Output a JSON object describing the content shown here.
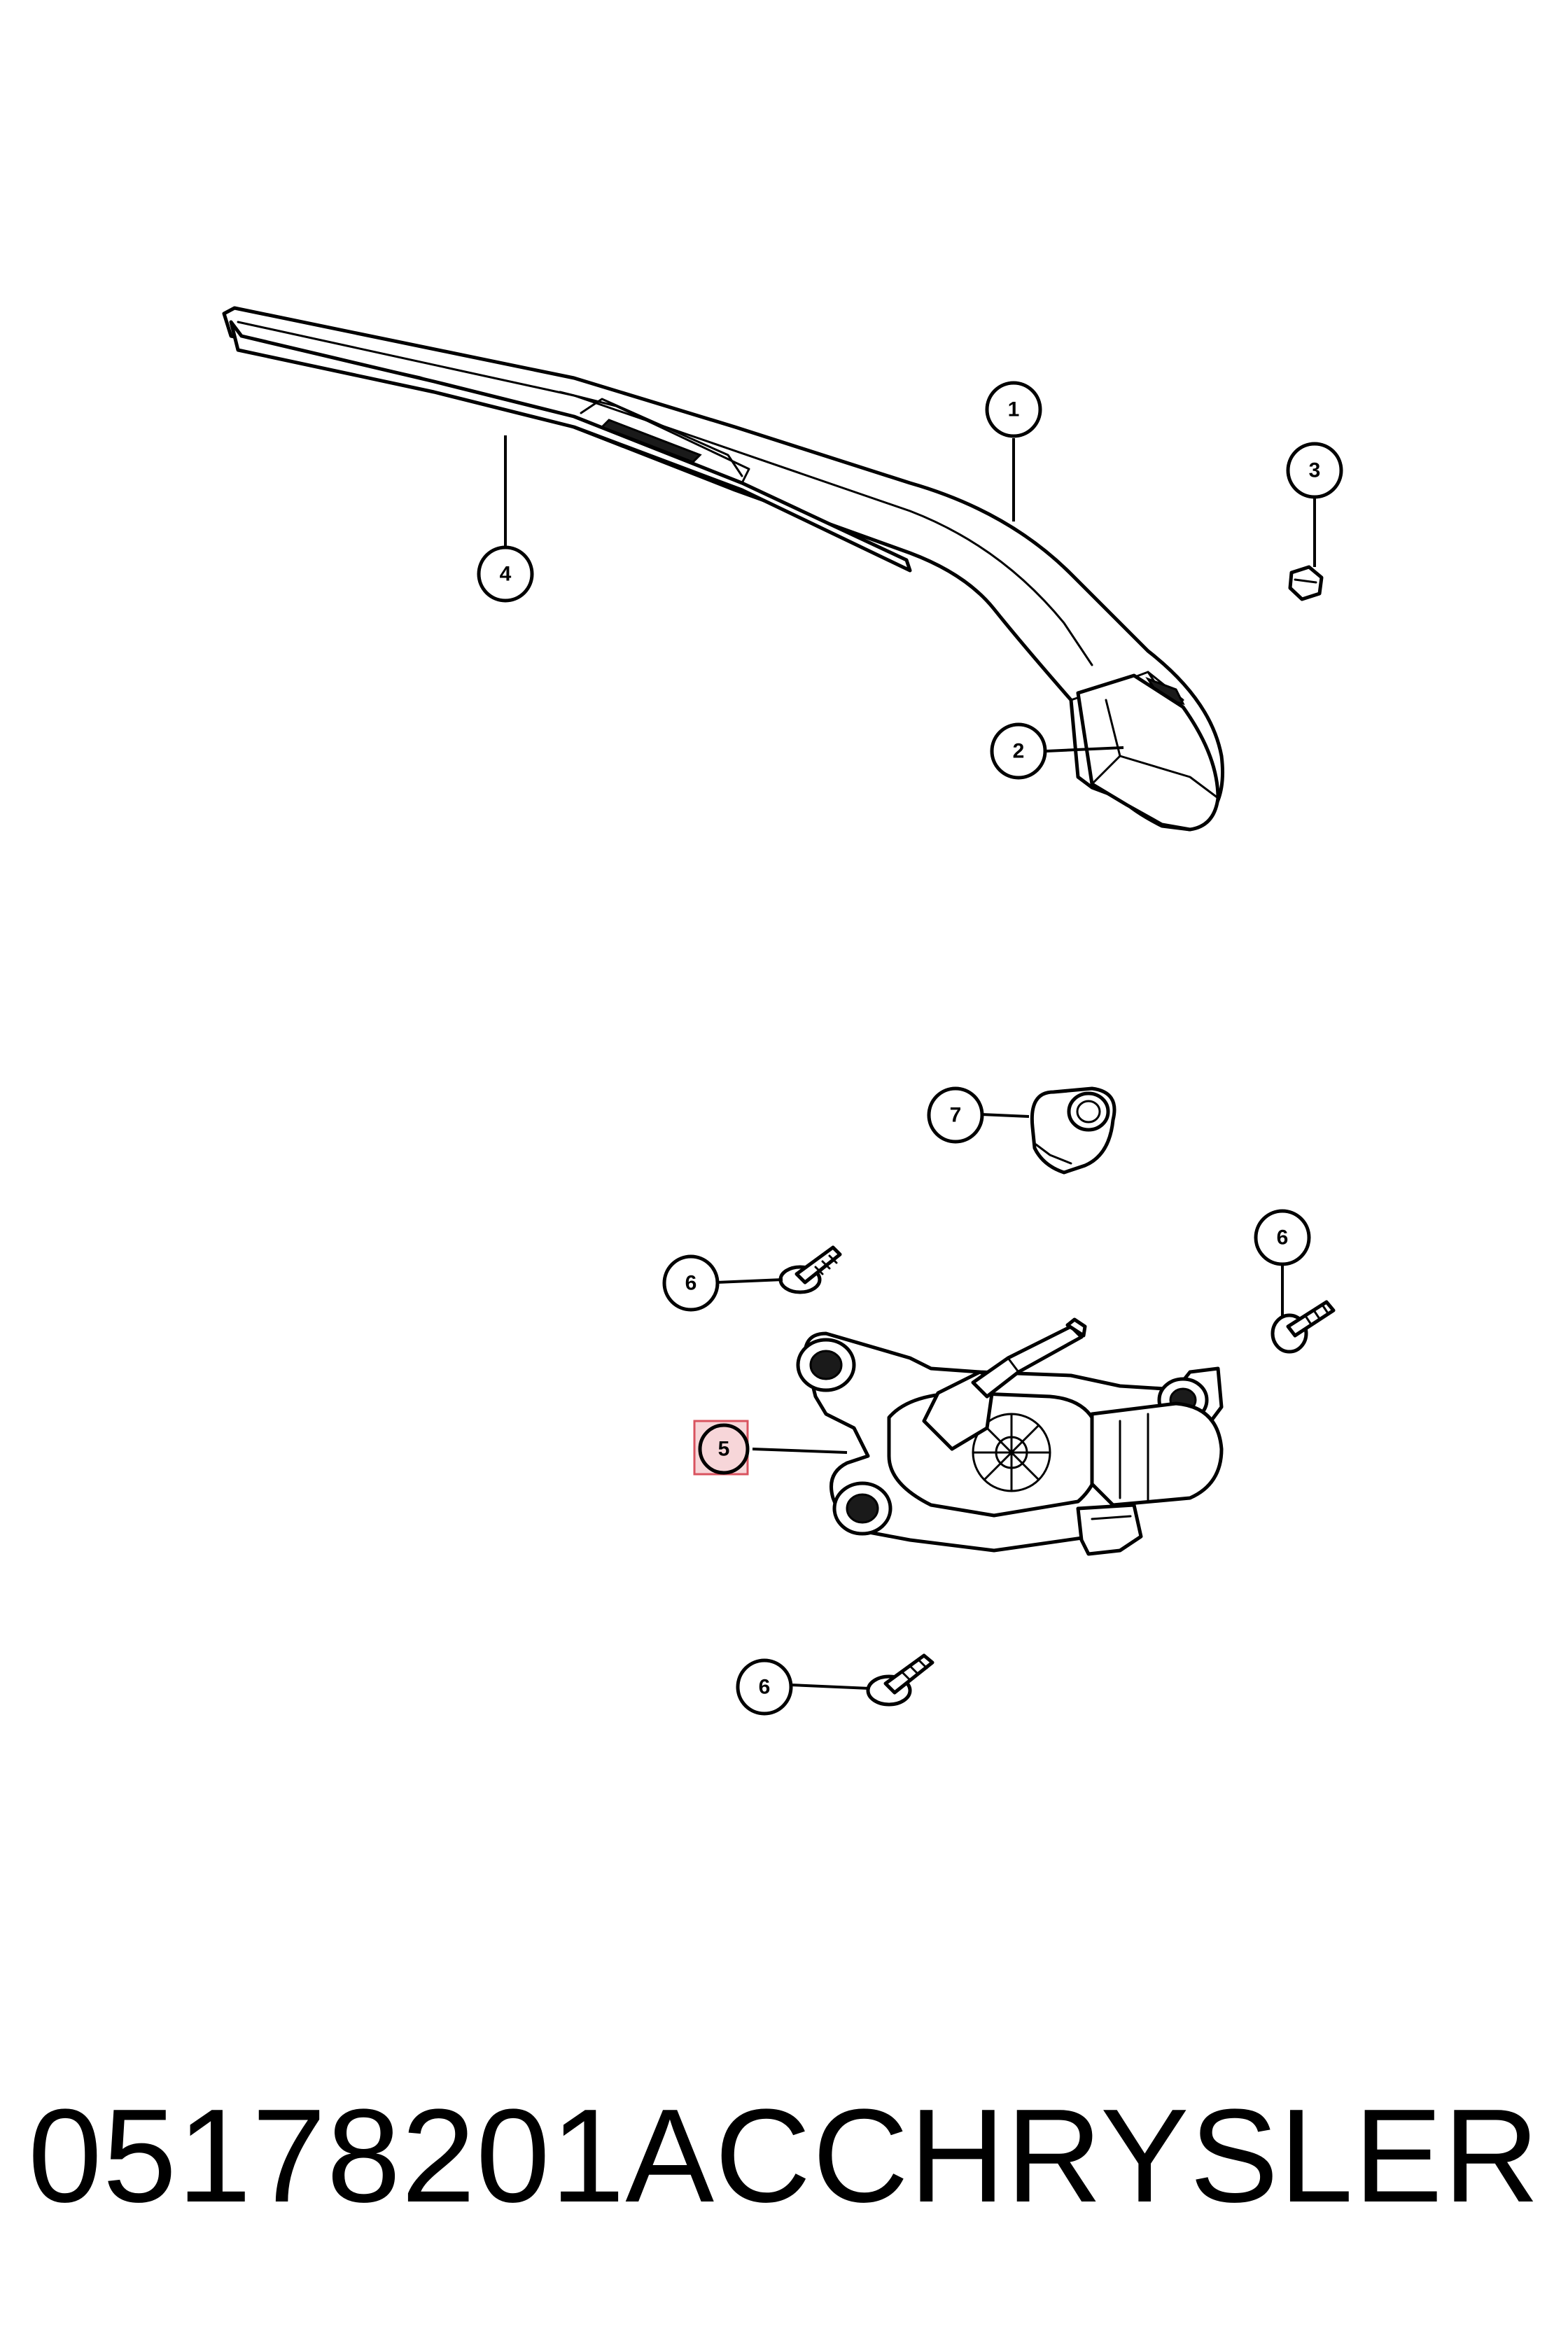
{
  "callouts": [
    {
      "label": "1"
    },
    {
      "label": "2"
    },
    {
      "label": "3"
    },
    {
      "label": "4"
    },
    {
      "label": "5"
    },
    {
      "label": "6"
    },
    {
      "label": "6"
    },
    {
      "label": "6"
    },
    {
      "label": "7"
    }
  ],
  "highlight": {
    "callout": "5",
    "color": "#d9535f"
  },
  "caption": {
    "part_number": "05178201AC",
    "brand": "CHRYSLER"
  }
}
